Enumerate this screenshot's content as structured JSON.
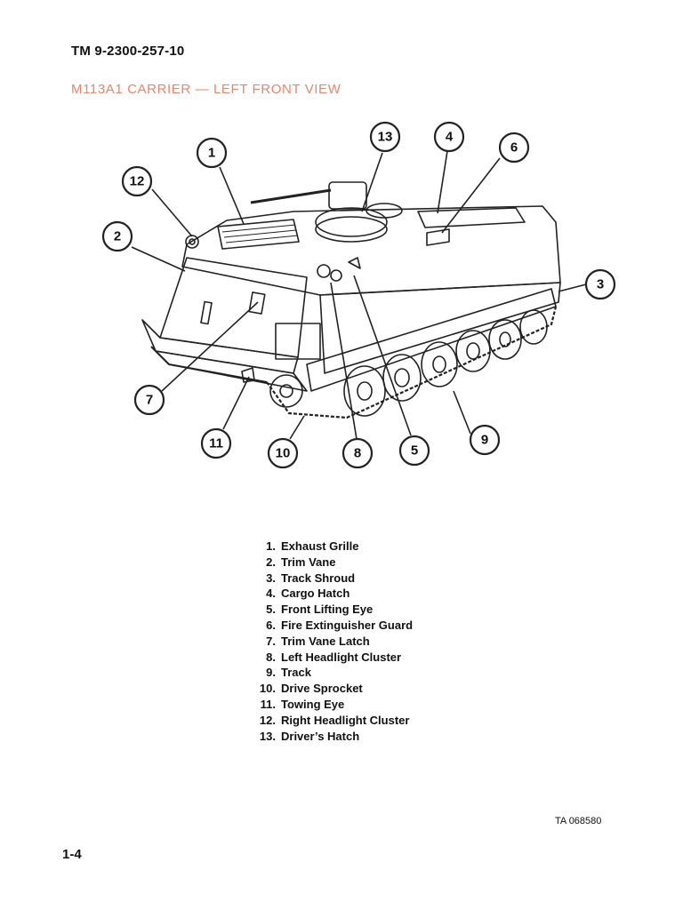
{
  "header": {
    "tm_number": "TM 9-2300-257-10",
    "title": "M113A1 CARRIER — LEFT FRONT VIEW",
    "title_color": "#e8866e"
  },
  "callouts": [
    "1",
    "2",
    "3",
    "4",
    "5",
    "6",
    "7",
    "8",
    "9",
    "10",
    "11",
    "12",
    "13"
  ],
  "legend": [
    {
      "number": "1.",
      "label": "Exhaust Grille"
    },
    {
      "number": "2.",
      "label": "Trim Vane"
    },
    {
      "number": "3.",
      "label": "Track Shroud"
    },
    {
      "number": "4.",
      "label": "Cargo Hatch"
    },
    {
      "number": "5.",
      "label": "Front Lifting Eye"
    },
    {
      "number": "6.",
      "label": "Fire Extinguisher Guard"
    },
    {
      "number": "7.",
      "label": "Trim Vane Latch"
    },
    {
      "number": "8.",
      "label": "Left Headlight Cluster"
    },
    {
      "number": "9.",
      "label": "Track"
    },
    {
      "number": "10.",
      "label": "Drive Sprocket"
    },
    {
      "number": "11.",
      "label": "Towing Eye"
    },
    {
      "number": "12.",
      "label": "Right Headlight Cluster"
    },
    {
      "number": "13.",
      "label": "Driver’s Hatch"
    }
  ],
  "footer": {
    "ta_number": "TA 068580",
    "page_number": "1-4"
  }
}
